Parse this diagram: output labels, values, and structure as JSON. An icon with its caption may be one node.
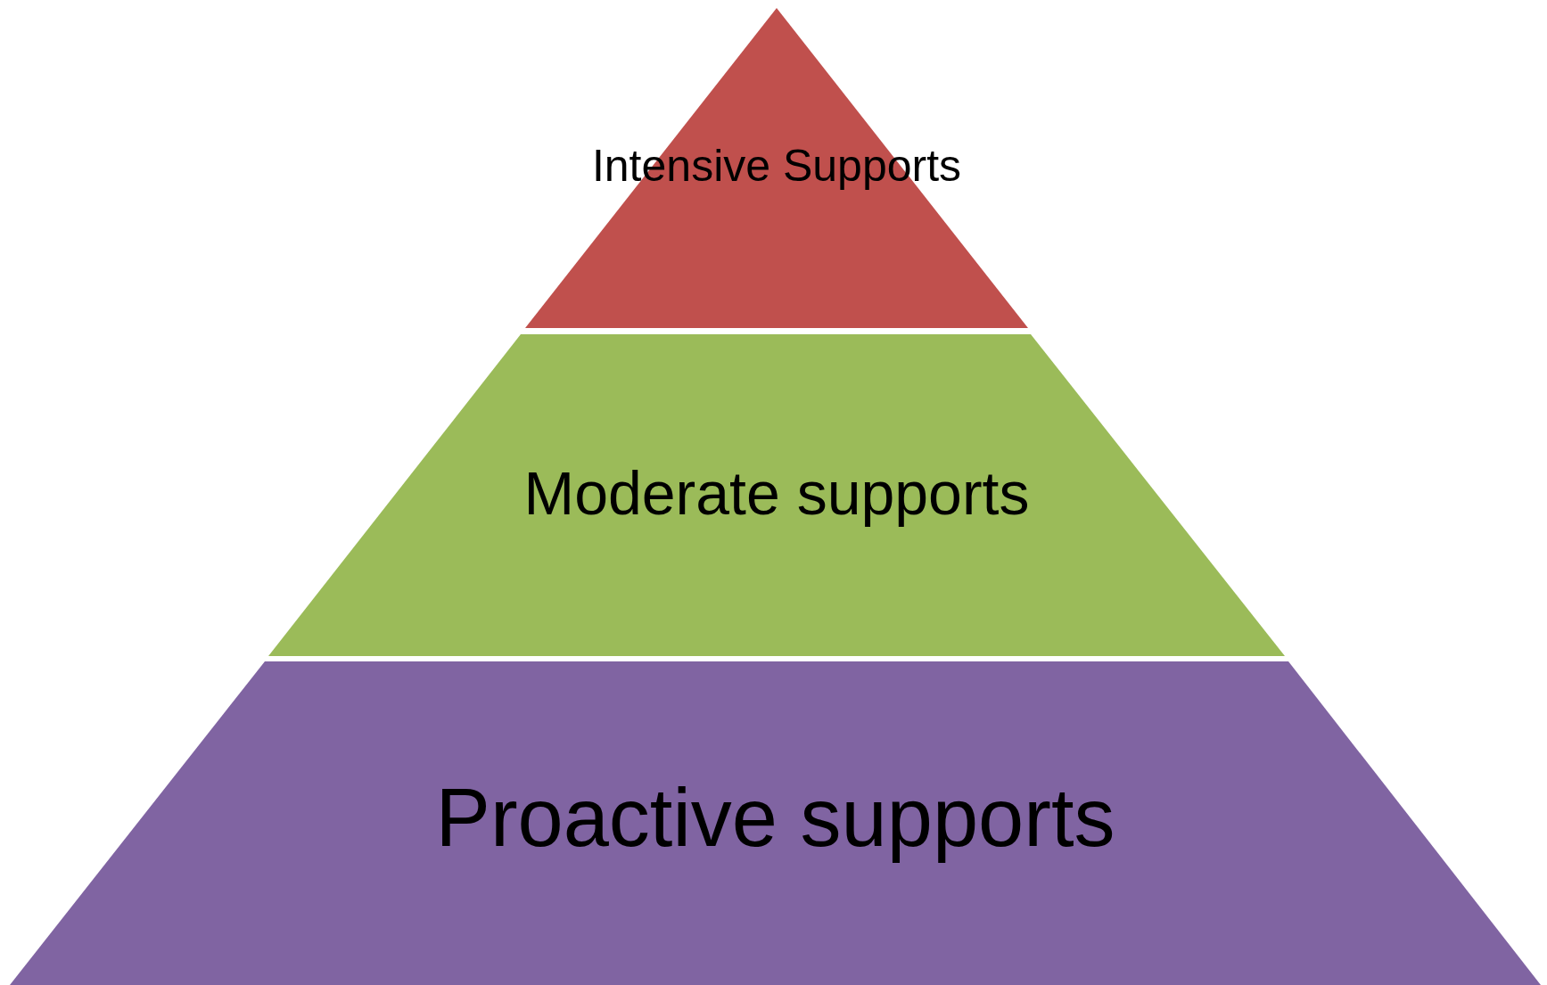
{
  "diagram": {
    "nodes": [
      {
        "text": [
          "Intensive Supports"
        ]
      },
      {
        "text": [
          "Moderate supports"
        ]
      },
      {
        "text": [
          "Proactive supports"
        ]
      }
    ]
  }
}
